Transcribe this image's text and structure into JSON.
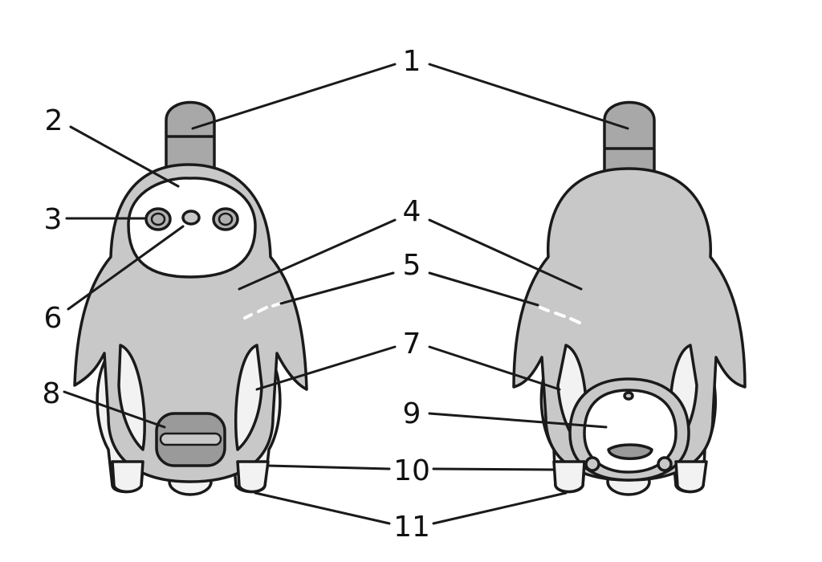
{
  "colors": {
    "body": "#c8c8c8",
    "body_dark": "#9a9a9a",
    "face": "#ffffff",
    "outline": "#1a1a1a",
    "wheel_cover": "#f2f2f2",
    "horn": "#a8a8a8"
  },
  "labels": {
    "n1": "1",
    "n2": "2",
    "n3": "3",
    "n4": "4",
    "n5": "5",
    "n6": "6",
    "n7": "7",
    "n8": "8",
    "n9": "9",
    "n10": "10",
    "n11": "11"
  }
}
